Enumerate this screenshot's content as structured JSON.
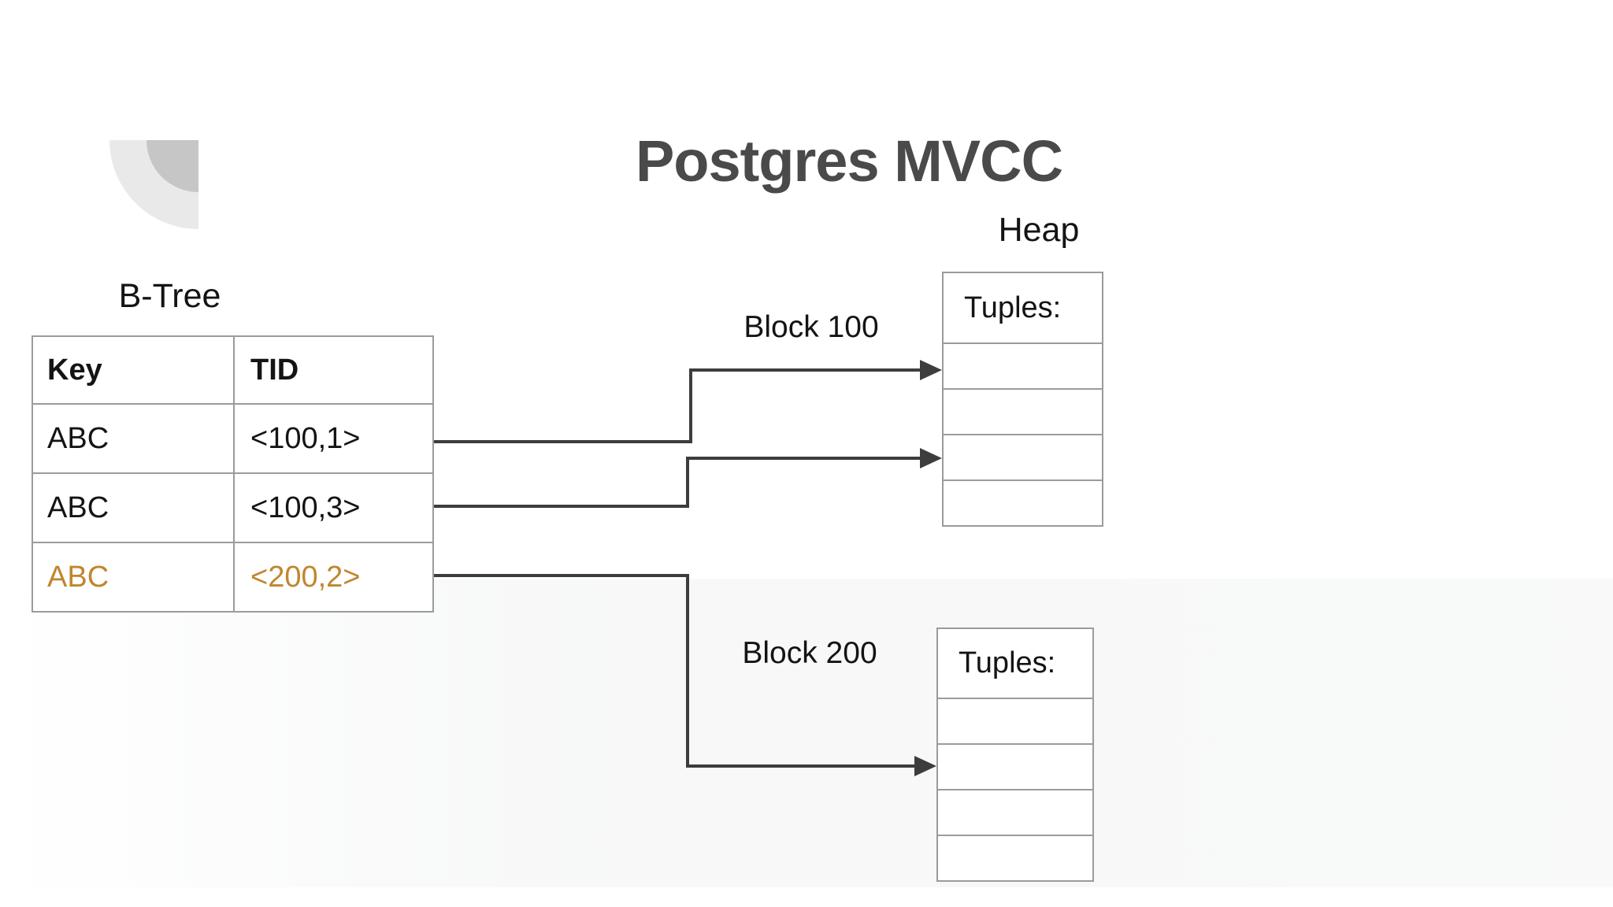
{
  "slide": {
    "title": "Postgres MVCC"
  },
  "labels": {
    "heap": "Heap",
    "btree": "B-Tree"
  },
  "btree_table": {
    "headers": {
      "key": "Key",
      "tid": "TID"
    },
    "rows": [
      {
        "key": "ABC",
        "tid": "<100,1>",
        "highlight": false
      },
      {
        "key": "ABC",
        "tid": "<100,3>",
        "highlight": false
      },
      {
        "key": "ABC",
        "tid": "<200,2>",
        "highlight": true
      }
    ]
  },
  "heap_blocks": [
    {
      "name": "Block 100",
      "header": "Tuples:",
      "empty_row_count": 4
    },
    {
      "name": "Block 200",
      "header": "Tuples:",
      "empty_row_count": 4
    }
  ],
  "arrows": [
    {
      "from": "tid <100,1>",
      "to": "Block 100 tuple 1"
    },
    {
      "from": "tid <100,3>",
      "to": "Block 100 tuple 3"
    },
    {
      "from": "tid <200,2>",
      "to": "Block 200 tuple 2"
    }
  ],
  "colors": {
    "title": "#4a4a4a",
    "highlight": "#c0862e",
    "arrow": "#3d3d3d",
    "border": "#9b9b9b",
    "logo_outer": "#e9e9e9",
    "logo_inner": "#c6c6c6"
  }
}
